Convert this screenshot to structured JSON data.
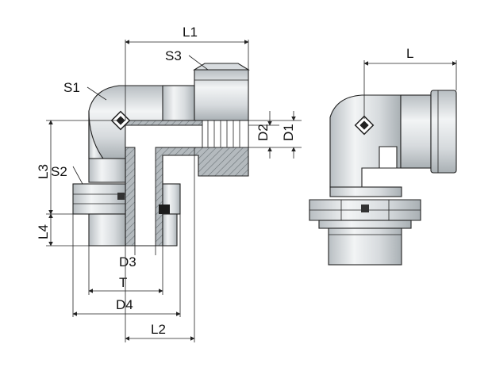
{
  "drawing": {
    "labels": {
      "L1": "L1",
      "L": "L",
      "S3": "S3",
      "S1": "S1",
      "S2": "S2",
      "D2": "D2",
      "D1": "D1",
      "L3": "L3",
      "L4": "L4",
      "D3": "D3",
      "T": "T",
      "D4": "D4",
      "L2": "L2"
    },
    "colors": {
      "metal_light": "#e2e6e8",
      "metal_mid": "#c9ced1",
      "metal_dark": "#a9b0b4",
      "section_hatch": "#9aa1a5",
      "line": "#222222"
    }
  }
}
